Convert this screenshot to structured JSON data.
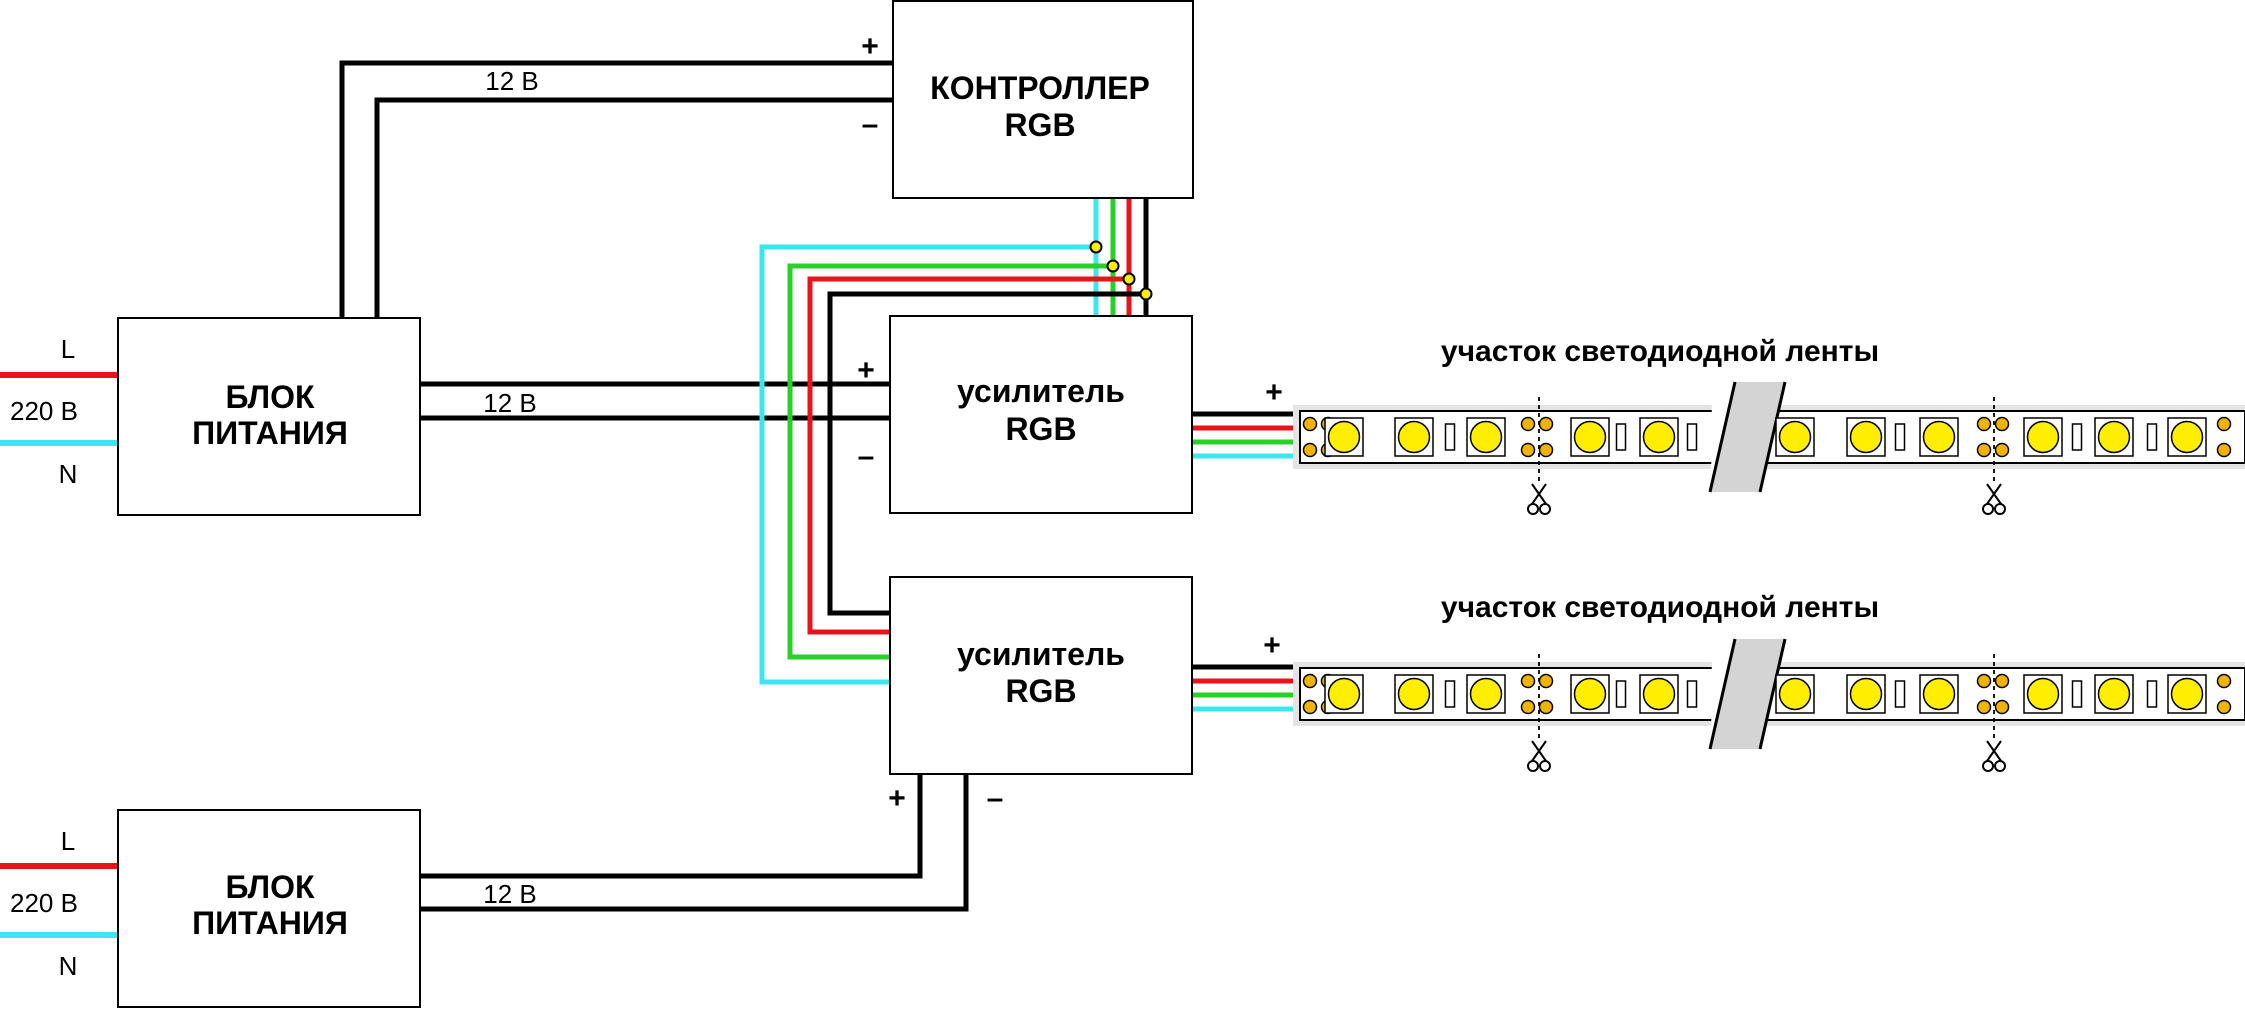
{
  "colors": {
    "wire_black": "#000000",
    "wire_red": "#e8141a",
    "wire_green": "#2ad02a",
    "wire_cyan": "#3ce6f0",
    "led_yellow": "#ffee00",
    "pad_orange": "#f0b400",
    "strip_fill": "#e4e4e4"
  },
  "controller": {
    "line1": "КОНТРОЛЛЕР",
    "line2": "RGB"
  },
  "psu1": {
    "line1": "БЛОК",
    "line2": "ПИТАНИЯ",
    "phase": "L",
    "voltage_in": "220 В",
    "neutral": "N",
    "voltage_out": "12 В"
  },
  "psu2": {
    "line1": "БЛОК",
    "line2": "ПИТАНИЯ",
    "phase": "L",
    "voltage_in": "220 В",
    "neutral": "N",
    "voltage_out": "12 В"
  },
  "controller_feed_label": "12 В",
  "amp1": {
    "line1": "усилитель",
    "line2": "RGB"
  },
  "amp2": {
    "line1": "усилитель",
    "line2": "RGB"
  },
  "plus": "+",
  "minus": "–",
  "strip1": {
    "title": "участок светодиодной ленты"
  },
  "strip2": {
    "title": "участок светодиодной ленты"
  },
  "icons": {
    "cut": "scissors-icon",
    "break": "strip-break-icon"
  }
}
